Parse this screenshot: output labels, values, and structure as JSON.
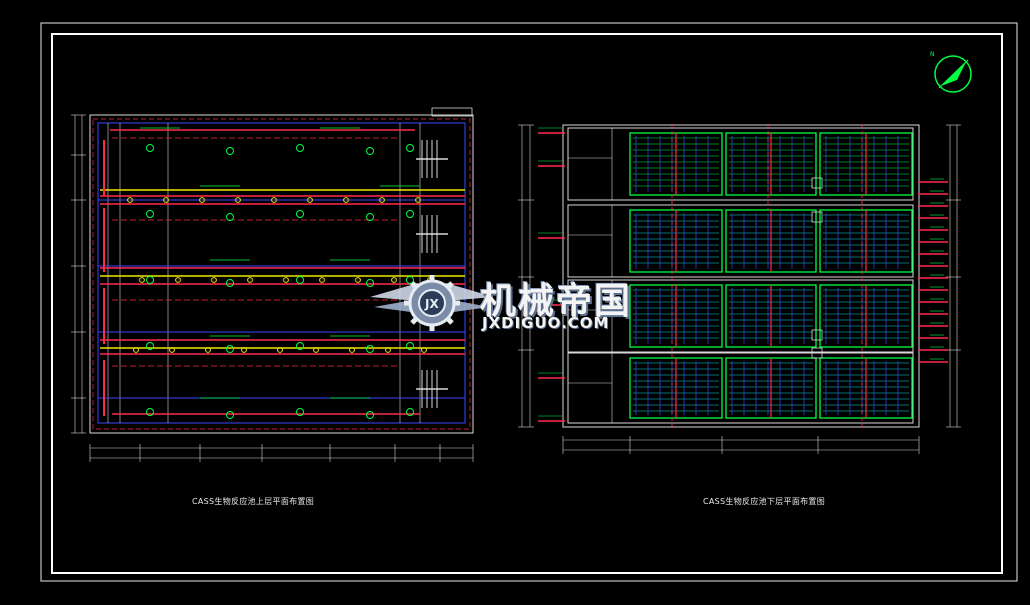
{
  "drawing": {
    "left_caption": "CASS生物反应池上层平面布置图",
    "right_caption": "CASS生物反应池下层平面布置图"
  },
  "watermark": {
    "logo_icon": "gear-wings-logo-icon",
    "cn": "机械帝国",
    "en": "JXDIGUO.COM"
  },
  "north_arrow_icon": "north-arrow-icon",
  "colors": {
    "background": "#000000",
    "frame": "#ffffff",
    "pipe_red": "#ff2a4a",
    "pipe_yellow": "#f2e600",
    "line_green": "#00ff40",
    "line_blue": "#3c46ff",
    "line_cyan": "#00e0e0",
    "dim_white": "#d8d8d8"
  }
}
